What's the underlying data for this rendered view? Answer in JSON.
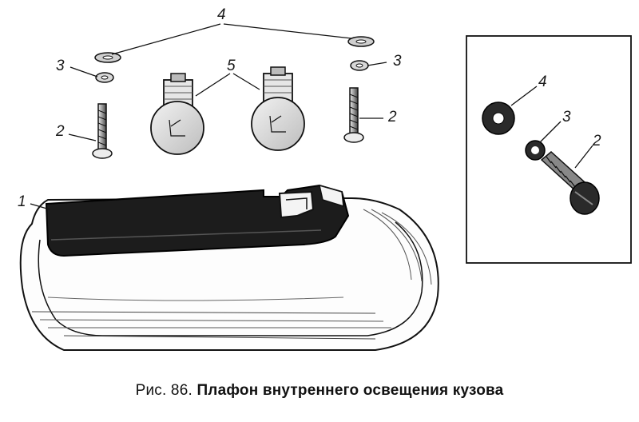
{
  "caption": {
    "prefix": "Рис. 86.",
    "title": "Плафон внутреннего освещения кузова"
  },
  "callouts": {
    "n1": "1",
    "n2_left": "2",
    "n2_right": "2",
    "n2_inset": "2",
    "n3_left": "3",
    "n3_right": "3",
    "n3_inset": "3",
    "n4_top": "4",
    "n4_inset": "4",
    "n5": "5"
  }
}
